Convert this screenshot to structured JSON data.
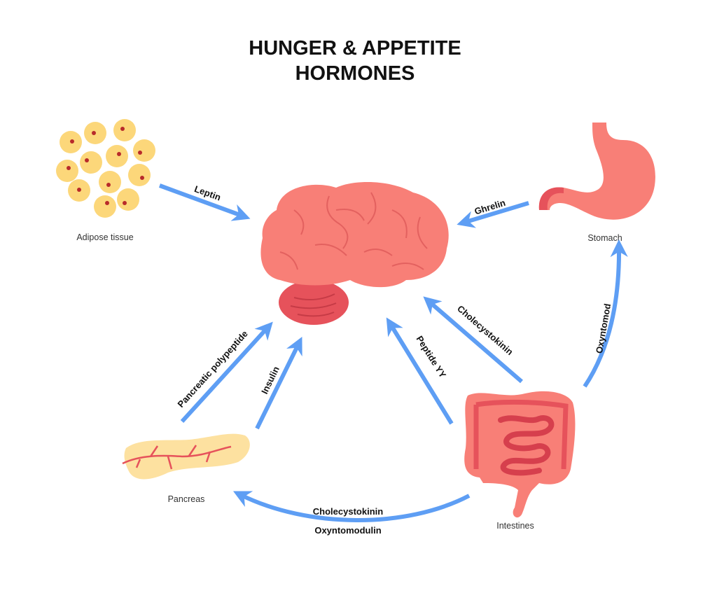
{
  "title": {
    "line1": "HUNGER & APPETITE",
    "line2": "HORMONES"
  },
  "colors": {
    "arrow": "#5e9ef4",
    "organ_red": "#f87f77",
    "organ_dark": "#e6525b",
    "fat_yellow": "#fcd77a",
    "fat_dot": "#b82a2a",
    "pancreas_yellow": "#fde1a0"
  },
  "organs": {
    "adipose": "Adipose tissue",
    "stomach": "Stomach",
    "pancreas": "Pancreas",
    "intestines": "Intestines"
  },
  "hormones": {
    "leptin": "Leptin",
    "ghrelin": "Ghrelin",
    "cholecystokinin_intestine": "Cholecystokinin",
    "oxyntomod": "Oxyntomod",
    "peptide_yy": "Peptide YY",
    "pancreatic_polypeptide": "Pancreatic polypeptide",
    "insulin": "Insulin",
    "bottom_cck": "Cholecystokinin",
    "bottom_oxm": "Oxyntomodulin"
  }
}
